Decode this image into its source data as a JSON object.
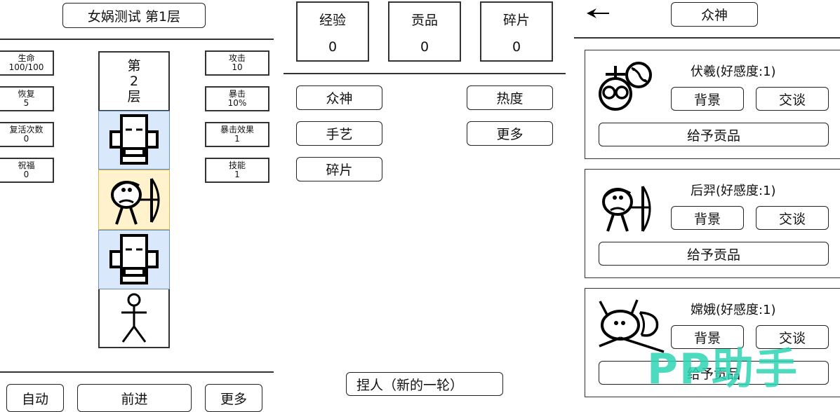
{
  "left_panel": {
    "title": "女娲测试 第1层",
    "stats_left": [
      {
        "label": "生命",
        "value": "100/100"
      },
      {
        "label": "恢复",
        "value": "5"
      },
      {
        "label": "复活次数",
        "value": "0"
      },
      {
        "label": "祝福",
        "value": "0"
      }
    ],
    "stats_right": [
      {
        "label": "攻击",
        "value": "10"
      },
      {
        "label": "暴击",
        "value": "10%"
      },
      {
        "label": "暴击效果",
        "value": "1"
      },
      {
        "label": "技能",
        "value": "1"
      }
    ],
    "tower": {
      "floor_label_top": "第",
      "floor_number": "2",
      "floor_label_bottom": "层",
      "cells": [
        {
          "type": "robot",
          "color": "#dae8fc"
        },
        {
          "type": "archer",
          "color": "#fff2cc"
        },
        {
          "type": "robot",
          "color": "#dae8fc"
        },
        {
          "type": "stick-figure",
          "color": "#ffffff"
        }
      ]
    },
    "buttons": {
      "auto": "自动",
      "forward": "前进",
      "more": "更多"
    }
  },
  "middle_panel": {
    "resources": [
      {
        "label": "经验",
        "value": "0"
      },
      {
        "label": "贡品",
        "value": "0"
      },
      {
        "label": "碎片",
        "value": "0"
      }
    ],
    "menu_left": [
      "众神",
      "手艺",
      "碎片"
    ],
    "menu_right": [
      "热度",
      "更多"
    ],
    "new_round_button": "捏人（新的一轮）"
  },
  "right_panel": {
    "back_icon": "left-arrow-icon",
    "title": "众神",
    "gods": [
      {
        "name": "伏羲(好感度:1)",
        "icon": "fuxi-icon",
        "background": "背景",
        "talk": "交谈",
        "give": "给予贡品"
      },
      {
        "name": "后羿(好感度:1)",
        "icon": "houyi-icon",
        "background": "背景",
        "talk": "交谈",
        "give": "给予贡品"
      },
      {
        "name": "嫦娥(好感度:1)",
        "icon": "change-icon",
        "background": "背景",
        "talk": "交谈",
        "give": "给予贡品"
      }
    ]
  },
  "watermark": "PP助手"
}
